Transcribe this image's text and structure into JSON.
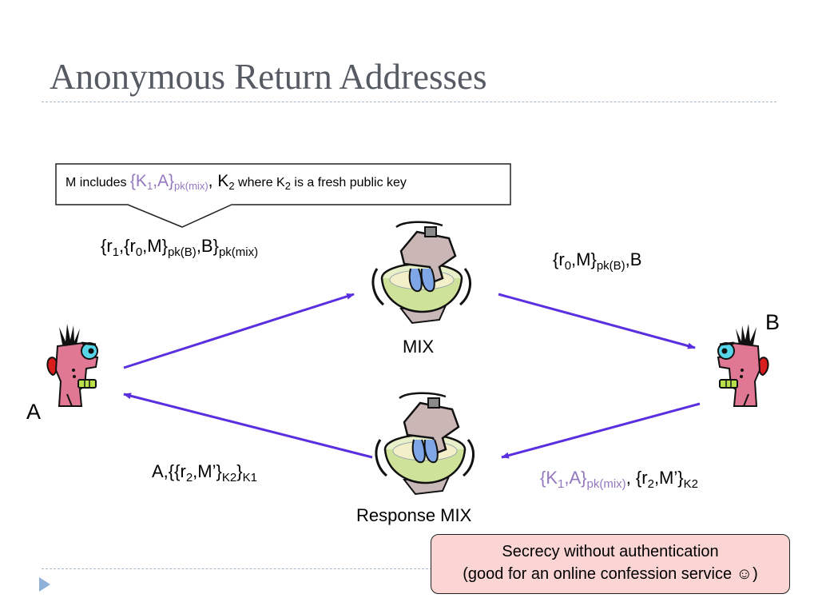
{
  "title": "Anonymous Return Addresses",
  "callout": {
    "prefix": "M includes ",
    "k1_open": "{K",
    "k1_sub": "1",
    "k1_rest": ",A}",
    "pk_mix_sub": "pk(mix)",
    "comma": ", ",
    "k2": "K",
    "k2_sub": "2",
    "where": " where  K",
    "where_sub": "2",
    "suffix": " is a fresh public key"
  },
  "nodes": {
    "a_label": "A",
    "b_label": "B",
    "mix_label": "MIX",
    "response_mix_label": "Response MIX"
  },
  "messages": {
    "a_to_mix": {
      "p1": "{r",
      "s1": "1",
      "p2": ",{r",
      "s2": "0",
      "p3": ",M}",
      "s3": "pk(B)",
      "p4": ",B}",
      "s4": "pk(mix)"
    },
    "mix_to_b": {
      "p1": "{r",
      "s1": "0",
      "p2": ",M}",
      "s2": "pk(B)",
      "p3": ",B"
    },
    "b_to_rmix": {
      "p1": "{K",
      "s1": "1",
      "p2": ",A}",
      "s2": "pk(mix)",
      "p3": ", {r",
      "s3": "2",
      "p4": ",M’}",
      "s4": "K2"
    },
    "rmix_to_a": {
      "p1": "A,{{r",
      "s1": "2",
      "p2": ",M’}",
      "s2": "K2",
      "p3": "}",
      "s3": "K1"
    }
  },
  "note": {
    "line1": "Secrecy without authentication",
    "line2": "(good for an online confession service ☺)"
  },
  "icons": {
    "person": "cartoon-person-icon",
    "mixer": "mixer-icon",
    "bullet": "triangle-bullet-icon"
  },
  "colors": {
    "title": "#555a63",
    "arrow": "#5a2fe0",
    "purple_text": "#9478bf",
    "note_bg": "#fbd4d4",
    "bullet": "#8fb0d8"
  }
}
